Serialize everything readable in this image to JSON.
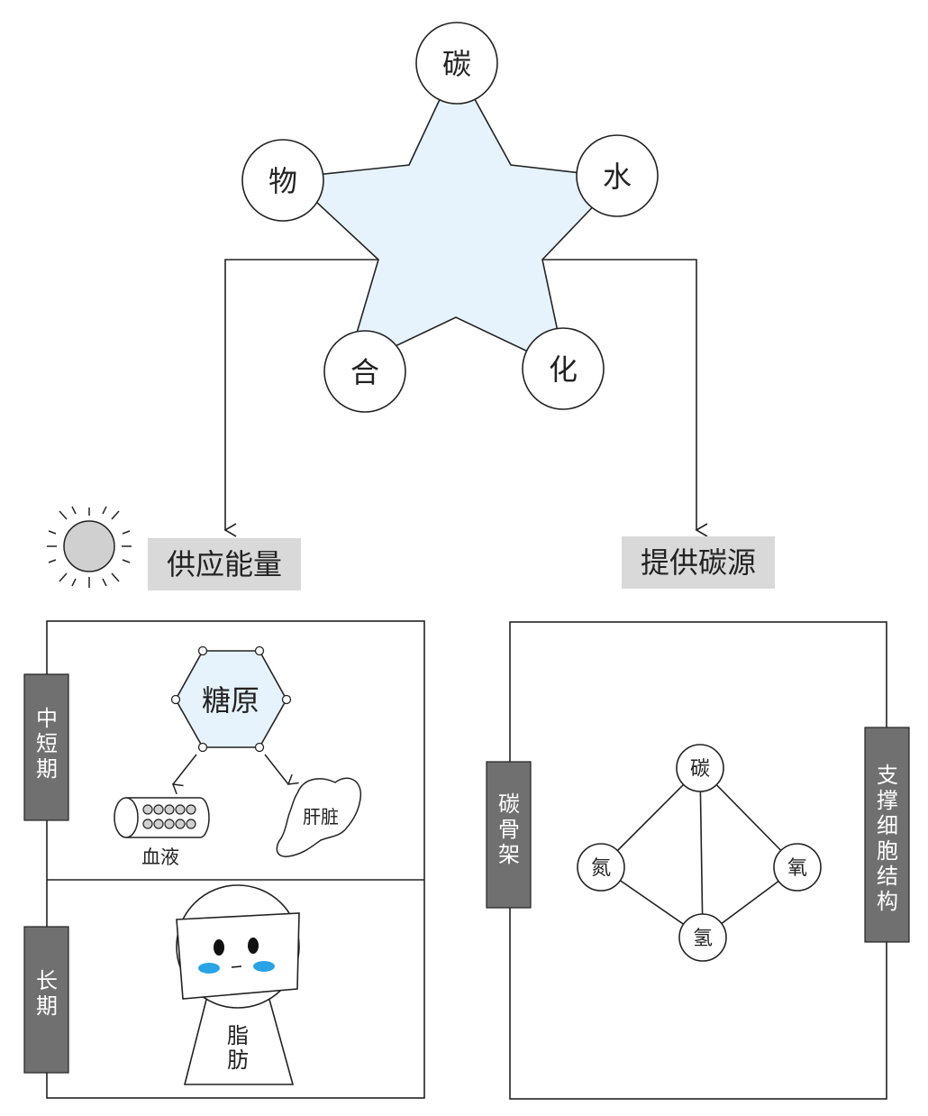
{
  "star_nodes": {
    "top": "碳",
    "left": "物",
    "right": "水",
    "bottom_left": "合",
    "bottom_right": "化"
  },
  "headers": {
    "energy": "供应能量",
    "carbon_source": "提供碳源"
  },
  "left_panel": {
    "tab_short_term": "中短期",
    "tab_long_term": "长期",
    "glycogen": "糖原",
    "blood": "血液",
    "liver": "肝脏",
    "fat_line1": "脂",
    "fat_line2": "肪"
  },
  "right_panel": {
    "tab_skeleton": "碳骨架",
    "tab_structure": "支撑细胞结构",
    "atom_top": "碳",
    "atom_left": "氮",
    "atom_right": "氧",
    "atom_bottom": "氢"
  },
  "colors": {
    "star_fill": "#e6f3fc",
    "hex_fill": "#e6f3fc",
    "tab_fill": "#707070",
    "header_bg": "#d9d9d9",
    "cheek": "#29a3e6",
    "line": "#222222"
  }
}
